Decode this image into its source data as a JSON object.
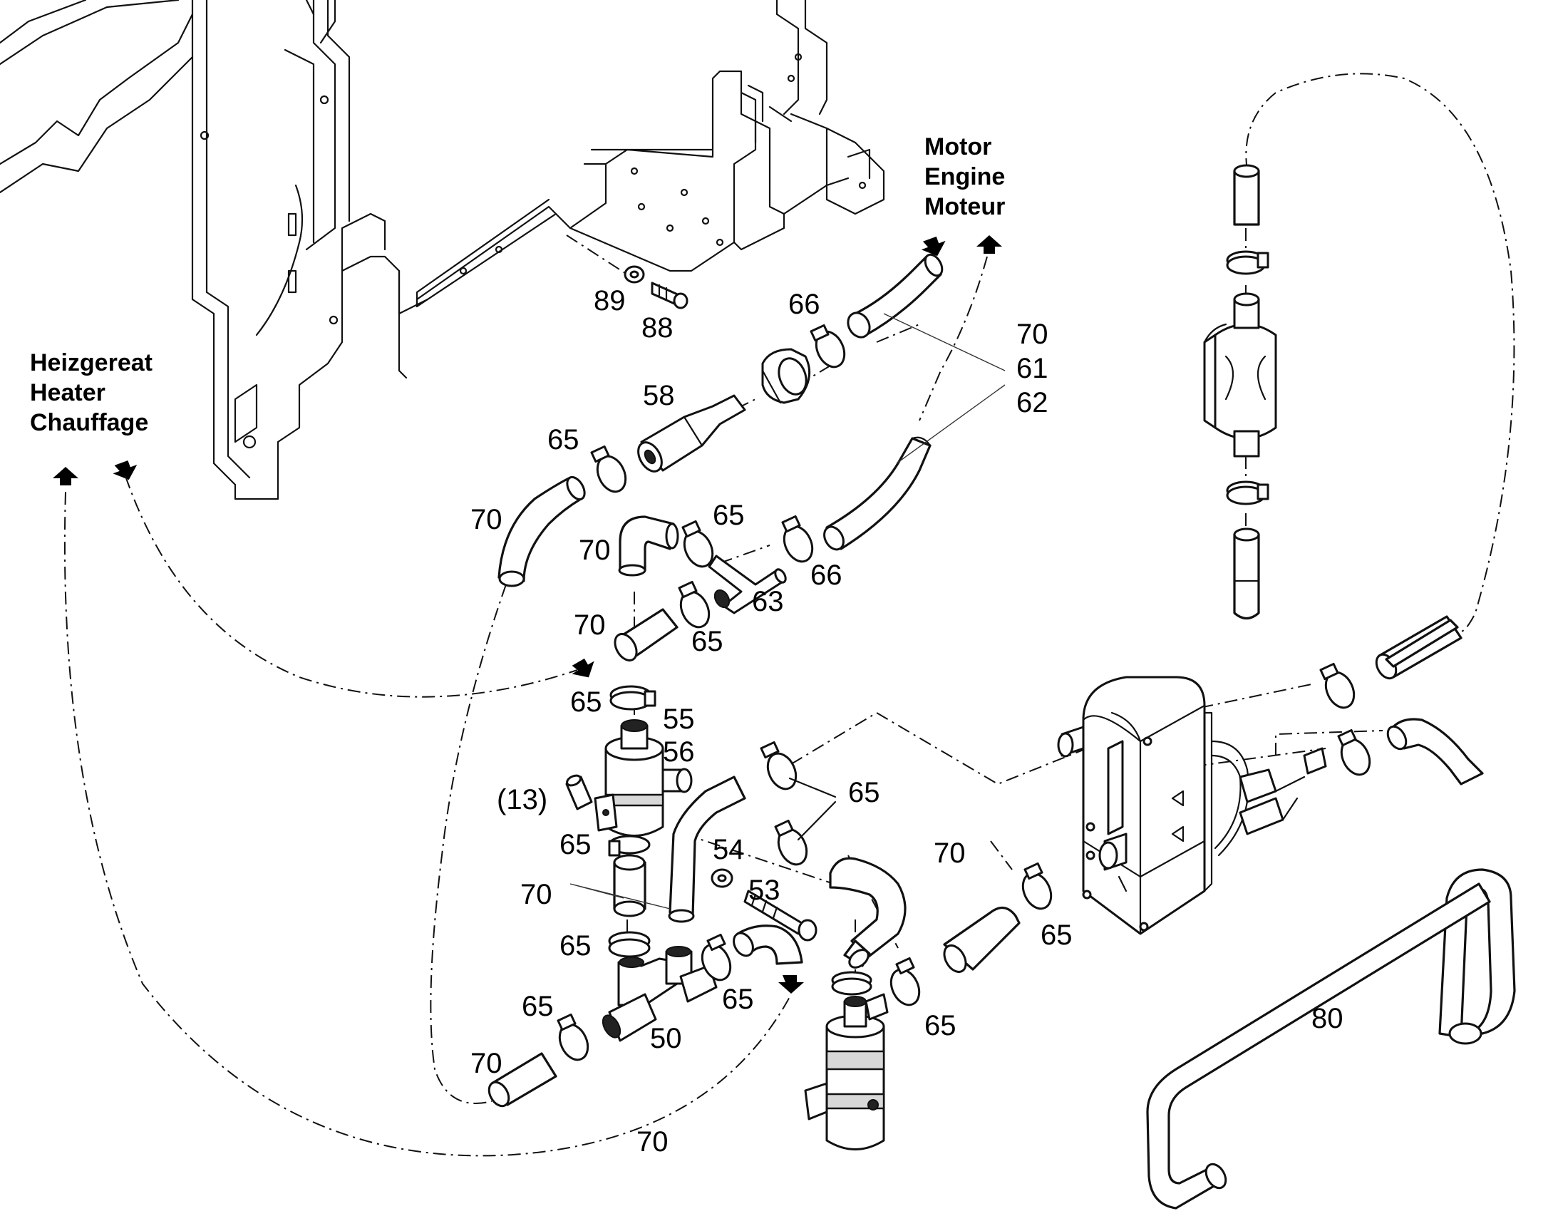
{
  "headings": {
    "motor": [
      "Motor",
      "Engine",
      "Moteur"
    ],
    "heater": [
      "Heizgereat",
      "Heater",
      "Chauffage"
    ]
  },
  "callouts": [
    {
      "id": "c89",
      "text": "89"
    },
    {
      "id": "c88",
      "text": "88"
    },
    {
      "id": "c66a",
      "text": "66"
    },
    {
      "id": "c70a",
      "text": "70"
    },
    {
      "id": "c61",
      "text": "61"
    },
    {
      "id": "c62",
      "text": "62"
    },
    {
      "id": "c58",
      "text": "58"
    },
    {
      "id": "c65a",
      "text": "65"
    },
    {
      "id": "c70b",
      "text": "70"
    },
    {
      "id": "c65b",
      "text": "65"
    },
    {
      "id": "c70c",
      "text": "70"
    },
    {
      "id": "c66b",
      "text": "66"
    },
    {
      "id": "c63",
      "text": "63"
    },
    {
      "id": "c70d",
      "text": "70"
    },
    {
      "id": "c65c",
      "text": "65"
    },
    {
      "id": "c65d",
      "text": "65"
    },
    {
      "id": "c55",
      "text": "55"
    },
    {
      "id": "c56",
      "text": "56"
    },
    {
      "id": "c13",
      "text": "(13)"
    },
    {
      "id": "c65e",
      "text": "65"
    },
    {
      "id": "c65f",
      "text": "65"
    },
    {
      "id": "c54",
      "text": "54"
    },
    {
      "id": "c70e",
      "text": "70"
    },
    {
      "id": "c53",
      "text": "53"
    },
    {
      "id": "c70f",
      "text": "70"
    },
    {
      "id": "c65g",
      "text": "65"
    },
    {
      "id": "c65h",
      "text": "65"
    },
    {
      "id": "c65i",
      "text": "65"
    },
    {
      "id": "c50",
      "text": "50"
    },
    {
      "id": "c65j",
      "text": "65"
    },
    {
      "id": "c70g",
      "text": "70"
    },
    {
      "id": "c70h",
      "text": "70"
    },
    {
      "id": "c65k",
      "text": "65"
    },
    {
      "id": "c80",
      "text": "80"
    }
  ]
}
